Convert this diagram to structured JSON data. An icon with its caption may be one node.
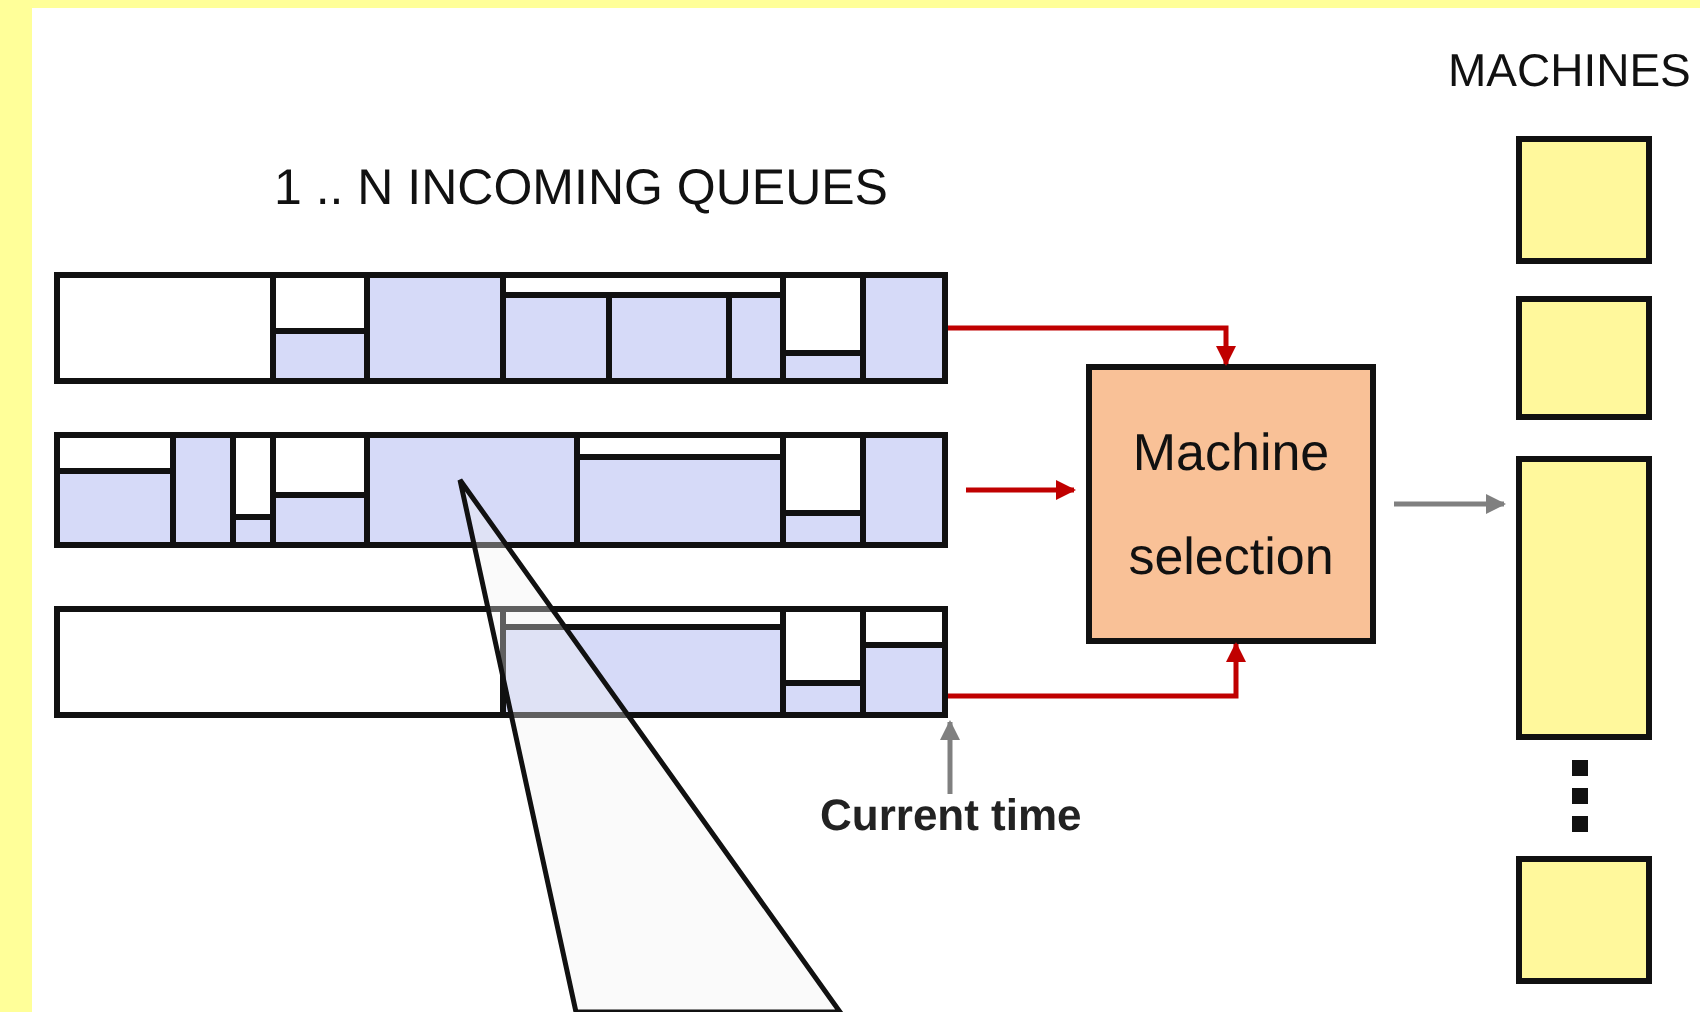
{
  "diagram": {
    "nodes": [
      {
        "text": [],
        "shape": "bar"
      },
      {
        "text": [],
        "shape": "bar"
      },
      {
        "text": [],
        "shape": "bar"
      },
      {
        "text": [
          "Machine selection"
        ]
      },
      {
        "text": [],
        "shape": "box"
      },
      {
        "text": [],
        "shape": "box"
      },
      {
        "text": [],
        "shape": "box"
      },
      {
        "text": [],
        "shape": "box"
      },
      {
        "text": [
          "Current time"
        ]
      },
      {
        "text": [],
        "shape": "triangle"
      }
    ],
    "edges": [
      {
        "from": 0,
        "to": 3,
        "arrow": "to"
      },
      {
        "from": 1,
        "to": 3,
        "arrow": "to"
      },
      {
        "from": 2,
        "to": 3,
        "arrow": "to"
      },
      {
        "from": 3,
        "to": 6,
        "arrow": "to",
        "color": "#808080"
      },
      {
        "from": 8,
        "to": 2,
        "arrow": "to",
        "color": "#808080"
      }
    ],
    "labels": [
      "1 .. N INCOMING QUEUES",
      "MACHINES"
    ]
  }
}
